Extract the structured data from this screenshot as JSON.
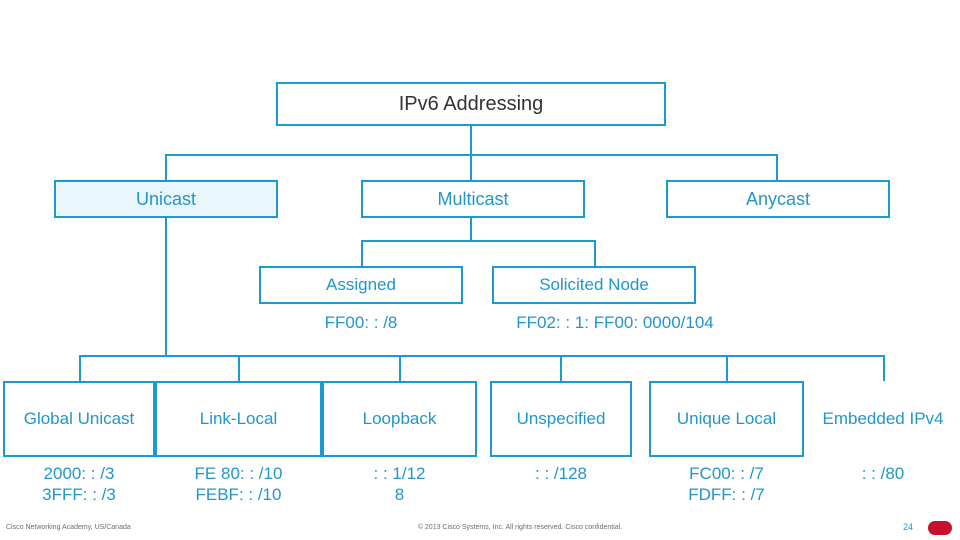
{
  "diagram": {
    "title": "IPv6 Addressing",
    "level2": [
      {
        "label": "Unicast"
      },
      {
        "label": "Multicast"
      },
      {
        "label": "Anycast"
      }
    ],
    "level3": [
      {
        "label": "Assigned",
        "value": "FF00: : /8"
      },
      {
        "label": "Solicited Node",
        "value": "FF02: : 1: FF00: 0000/104"
      }
    ],
    "leaves": [
      {
        "label": "Global Unicast",
        "value": "2000: : /3\n3FFF: : /3"
      },
      {
        "label": "Link-Local",
        "value": "FE 80: : /10\nFEBF: : /10"
      },
      {
        "label": "Loopback",
        "value": ": : 1/12\n8"
      },
      {
        "label": "Unspecified",
        "value": ": : /128"
      },
      {
        "label": "Unique Local",
        "value": "FC00: : /7\nFDFF: : /7"
      },
      {
        "label": "Embedded IPv4",
        "value": ": : /80"
      }
    ]
  },
  "footer": {
    "left": "Cisco Networking Academy, US/Canada",
    "center": "© 2013 Cisco Systems, Inc. All rights reserved. Cisco confidential.",
    "page": "24"
  },
  "colors": {
    "accent": "#1b9ad1",
    "text_blue": "#2196c9",
    "fill_light": "#e9f6fc",
    "red_dot": "#c8102e"
  }
}
